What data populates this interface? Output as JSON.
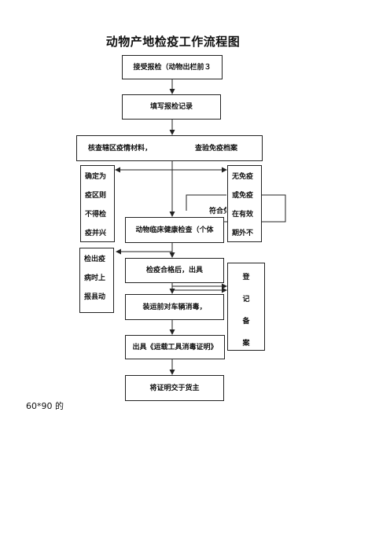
{
  "title": "动物产地检疫工作流程图",
  "steps": {
    "accept": "接受报检（动物出栏前３",
    "fill_record": "填写报检记录",
    "check_materials": "核查辖区疫情材料，",
    "check_immunity": "查验免疫档案",
    "epidemic_zone": [
      "确定为",
      "疫区则",
      "不得检",
      "疫并兴"
    ],
    "no_immunity": [
      "无免疫",
      "或免疫",
      "在有效",
      "期外不"
    ],
    "meets": "符合免",
    "clinical_check": "动物临床健康检查（个体",
    "disease_found": [
      "检出疫",
      "病时上",
      "报县动"
    ],
    "pass_issue": "检疫合格后，出具",
    "disinfect": "装运前对车辆消毒，",
    "issue_cert": "出具《运载工具消毒证明》",
    "register": [
      "登",
      "记",
      "备",
      "案"
    ],
    "deliver": "将证明交于货主"
  },
  "footnote": "60*90 的"
}
